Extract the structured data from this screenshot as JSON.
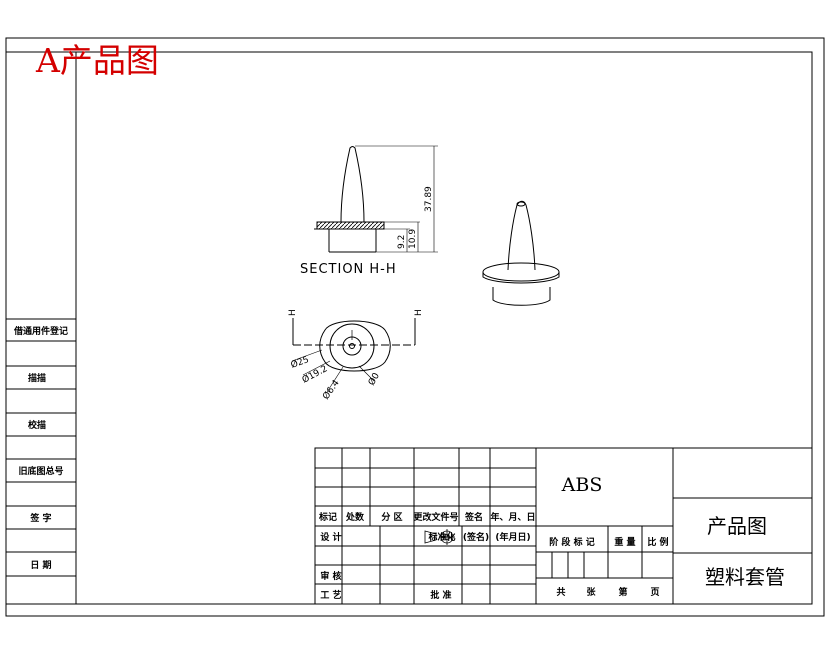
{
  "header_label": "A产品图",
  "drawing": {
    "section_label": "SECTION  H-H",
    "dim_total_height": "37.89",
    "dim_flange": "10.9",
    "dim_base": "9.2",
    "section_marker_left": "H",
    "section_marker_right": "H",
    "dia_outer": "Ø25",
    "dia_mid": "Ø19.2",
    "dia_inner": "Ø6.4",
    "dia_hole": "Ø0"
  },
  "side_panel": {
    "rows": [
      "借通用件登记",
      "描描",
      "校描",
      "旧底图总号",
      "签 字",
      "日 期"
    ]
  },
  "title_block": {
    "material": "ABS",
    "drawing_name": "产品图",
    "part_name": "塑料套管",
    "rev_headers": [
      "标记",
      "处数",
      "分 区",
      "更改文件号",
      "签名",
      "年、月、日"
    ],
    "sig_rows": {
      "design": "设 计",
      "standardize": "标准化",
      "sign_name": "(签名)",
      "sign_date": "(年月日)",
      "review": "审 核",
      "process": "工 艺",
      "approve": "批 准"
    },
    "stage_headers": [
      "阶 段 标 记",
      "重 量",
      "比 例"
    ],
    "sheet_row": [
      "共",
      "张",
      "第",
      "页"
    ]
  }
}
